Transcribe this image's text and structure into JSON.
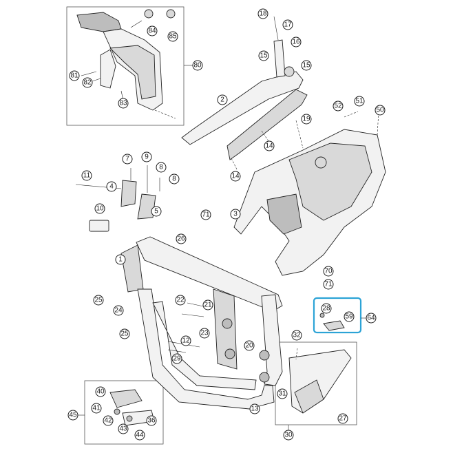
{
  "diagram": {
    "highlight_color": "#2ca3d6",
    "callouts": [
      "1",
      "2",
      "3",
      "4",
      "5",
      "7",
      "8",
      "9",
      "10",
      "11",
      "12",
      "13",
      "14",
      "15",
      "16",
      "17",
      "18",
      "19",
      "20",
      "21",
      "22",
      "23",
      "24",
      "25",
      "26",
      "27",
      "28",
      "29",
      "30",
      "31",
      "32",
      "36",
      "40",
      "41",
      "42",
      "43",
      "44",
      "45",
      "50",
      "51",
      "52",
      "59",
      "64",
      "70",
      "71",
      "80",
      "81",
      "82",
      "83",
      "84",
      "85"
    ]
  }
}
